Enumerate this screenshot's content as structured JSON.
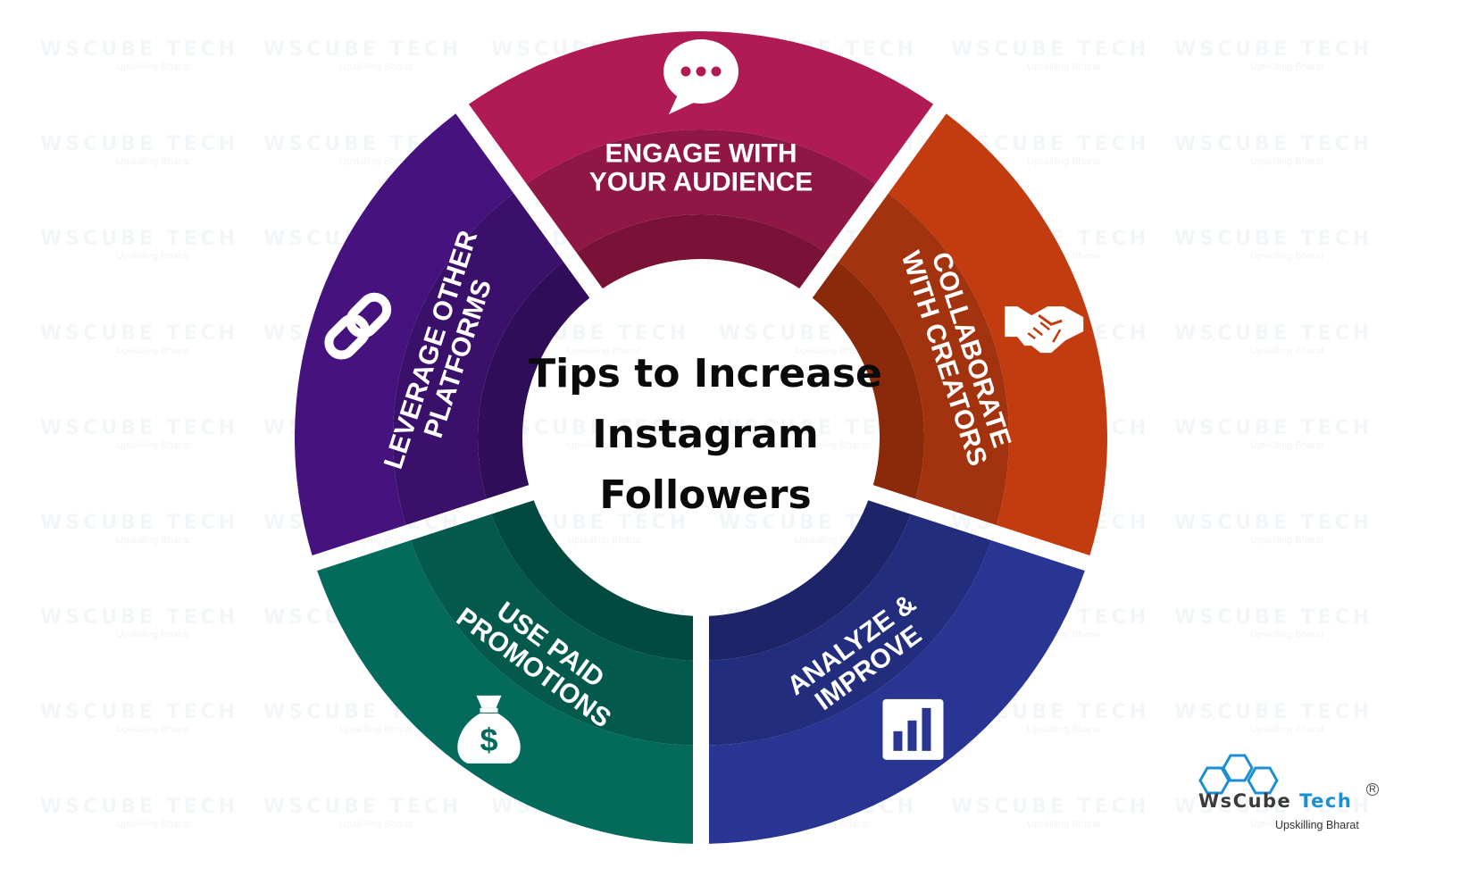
{
  "title": {
    "line1": "Tips to Increase",
    "line2": "Instagram",
    "line3": "Followers"
  },
  "segments": [
    {
      "id": "engage",
      "line1": "ENGAGE WITH",
      "line2": "YOUR AUDIENCE",
      "icon": "chat-bubble-icon",
      "color_outer": "#b01a55",
      "color_inner": "#8f1645",
      "color_innermost": "#7a1238"
    },
    {
      "id": "collaborate",
      "line1": "COLLABORATE",
      "line2": "WITH CREATORS",
      "icon": "handshake-icon",
      "color_outer": "#c23c10",
      "color_inner": "#a3330e",
      "color_innermost": "#8a2a0b"
    },
    {
      "id": "analyze",
      "line1": "ANALYZE &",
      "line2": "IMPROVE",
      "icon": "bar-chart-icon",
      "color_outer": "#283593",
      "color_inner": "#222d7d",
      "color_innermost": "#1d2568"
    },
    {
      "id": "promotions",
      "line1": "USE PAID",
      "line2": "PROMOTIONS",
      "icon": "money-bag-icon",
      "color_outer": "#046a5b",
      "color_inner": "#03594c",
      "color_innermost": "#024a3f"
    },
    {
      "id": "leverage",
      "line1": "LEVERAGE OTHER",
      "line2": "PLATFORMS",
      "icon": "chain-link-icon",
      "color_outer": "#46137e",
      "color_inner": "#3a106a",
      "color_innermost": "#300d58"
    }
  ],
  "logo": {
    "name_part1": "WsCube",
    "name_part2": "Tech",
    "registered": "R",
    "tagline": "Upskilling Bharat",
    "accent": "#1c8fd3"
  },
  "watermark": {
    "text": "WsCube Tech",
    "tagline": "Upskilling Bharat"
  }
}
